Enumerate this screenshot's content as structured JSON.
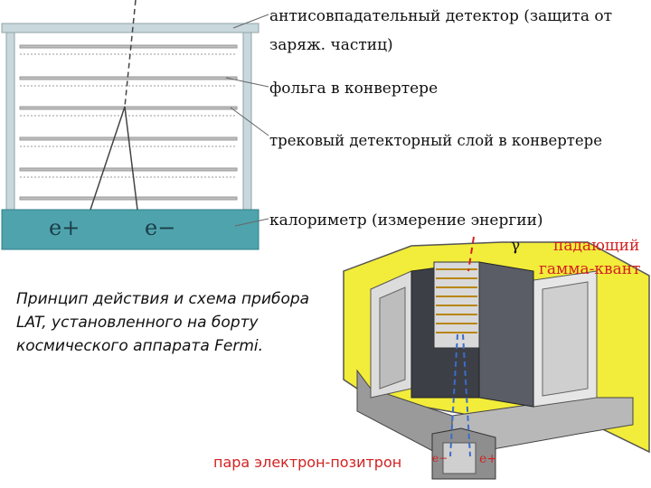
{
  "labels": {
    "acd_line1": "антисовпадательный детектор (защита от",
    "acd_line2": "заряж. частиц)",
    "foil": "фольга в конвертере",
    "tracker": "трековый детекторный слой в конвертере",
    "calorimeter": "калориметр (измерение энергии)",
    "gamma_symbol": "γ",
    "incident_line1": "падающий",
    "incident_line2": "гамма-квант",
    "pair": "пара электрон-позитрон"
  },
  "particles": {
    "positron": "e+",
    "electron": "e−",
    "small_electron": "e−",
    "small_positron": "e+"
  },
  "caption": "Принцип действия и схема прибора LAT, установленного на борту космического аппарата Fermi.",
  "colors": {
    "frame": "#c9d8dc",
    "calorimeter": "#4fa3ad",
    "label_red": "#d22222",
    "detector_yellow": "#f2ec3a",
    "track_line": "#444444"
  },
  "icons": {
    "detector_render": "lat-3d-cutaway-illustration"
  }
}
